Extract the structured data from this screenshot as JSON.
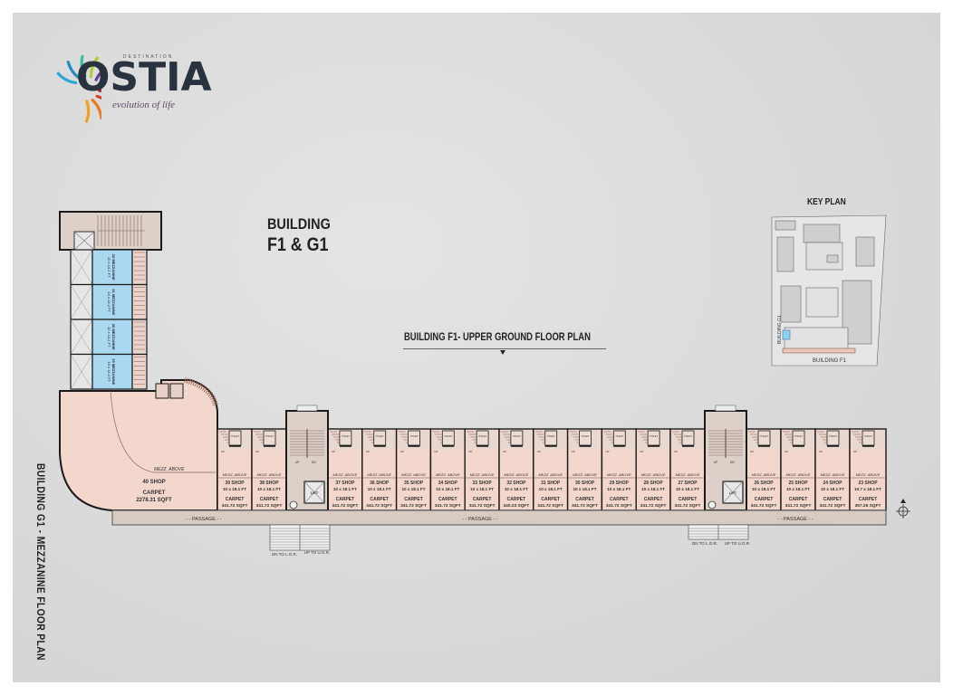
{
  "brand": {
    "prefix": "DESTINATION",
    "name": "OSTIA",
    "tagline": "evolution of life",
    "ray_colors": [
      "#2aa8d8",
      "#1f8fbf",
      "#3bbd9e",
      "#b3cc3a",
      "#6a3d8f",
      "#8e2b64",
      "#b0283b",
      "#d6402b",
      "#e87a22",
      "#f0a020"
    ]
  },
  "heading": {
    "line1": "BUILDING",
    "line2": "F1 & G1"
  },
  "plan_title": "BUILDING F1- UPPER GROUND FLOOR PLAN",
  "side_title": "BUILDING G1 - MEZZANINE FLOOR PLAN",
  "key_plan": {
    "title": "KEY PLAN",
    "label_f1": "BUILDING F1",
    "label_g1": "BUILDING G1"
  },
  "colors": {
    "shop_fill": "#f3d6cc",
    "mezzanine_fill": "#a9d8f0",
    "passage_fill": "#d8cbc2",
    "core_fill": "#ddd0c8",
    "wall": "#1a1a1a",
    "background": "#dcdcdc"
  },
  "common": {
    "mezz_label": "MEZZ. ABOVE",
    "carpet_label": "CARPET",
    "toilet_label": "TOILET",
    "passage_label": "- - PASSAGE - -",
    "lift_label": "LIFT",
    "dn_to_lgr": "DN TO L.G.R.",
    "up_to_ugr": "UP TO U.G.R.",
    "up": "UP",
    "dn": "DN"
  },
  "corner_shop": {
    "name": "40 SHOP",
    "carpet": "2278.31 SQFT"
  },
  "mezzanines": [
    {
      "name": "22 MEZZANINE",
      "size": "10 x 14.2 FT"
    },
    {
      "name": "21 MEZZANINE",
      "size": "10 x 14.2 FT"
    },
    {
      "name": "20 MEZZANINE",
      "size": "10 x 14.2 FT"
    },
    {
      "name": "19 MEZZANINE",
      "size": "10 x 14.2 FT"
    }
  ],
  "shops": [
    {
      "name": "39 SHOP",
      "size": "10 x 18.1 FT",
      "carpet": "341.72 SQFT"
    },
    {
      "name": "38 SHOP",
      "size": "10 x 18.1 FT",
      "carpet": "341.72 SQFT"
    },
    {
      "name": "37 SHOP",
      "size": "10 x 18.1 FT",
      "carpet": "341.72 SQFT"
    },
    {
      "name": "36 SHOP",
      "size": "10 x 18.1 FT",
      "carpet": "341.72 SQFT"
    },
    {
      "name": "35 SHOP",
      "size": "10 x 18.1 FT",
      "carpet": "341.72 SQFT"
    },
    {
      "name": "34 SHOP",
      "size": "10 x 18.1 FT",
      "carpet": "341.72 SQFT"
    },
    {
      "name": "33 SHOP",
      "size": "10 x 18.1 FT",
      "carpet": "341.72 SQFT"
    },
    {
      "name": "32 SHOP",
      "size": "10 x 18.1 FT",
      "carpet": "340.23 SQFT"
    },
    {
      "name": "31 SHOP",
      "size": "10 x 18.1 FT",
      "carpet": "341.72 SQFT"
    },
    {
      "name": "30 SHOP",
      "size": "10 x 18.1 FT",
      "carpet": "341.72 SQFT"
    },
    {
      "name": "29 SHOP",
      "size": "10 x 18.1 FT",
      "carpet": "341.72 SQFT"
    },
    {
      "name": "28 SHOP",
      "size": "10 x 18.1 FT",
      "carpet": "341.72 SQFT"
    },
    {
      "name": "27 SHOP",
      "size": "10 x 18.1 FT",
      "carpet": "341.72 SQFT"
    },
    {
      "name": "26 SHOP",
      "size": "10 x 18.1 FT",
      "carpet": "341.72 SQFT"
    },
    {
      "name": "25 SHOP",
      "size": "10 x 18.1 FT",
      "carpet": "341.72 SQFT"
    },
    {
      "name": "24 SHOP",
      "size": "10 x 18.1 FT",
      "carpet": "341.72 SQFT"
    },
    {
      "name": "23 SHOP",
      "size": "10.7 x 18.1 FT",
      "carpet": "357.26 SQFT"
    }
  ]
}
